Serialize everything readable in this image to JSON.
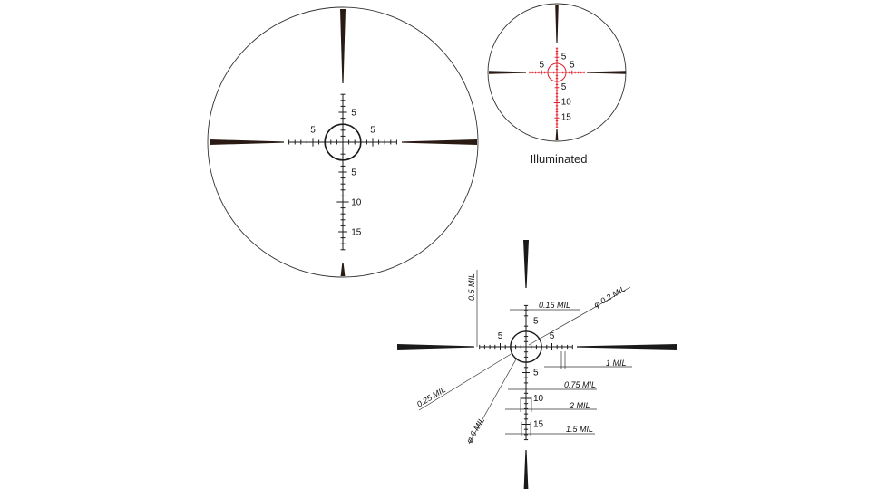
{
  "colors": {
    "ink": "#1a1a1a",
    "post": "#2a1a14",
    "illuminated": "#e0202a"
  },
  "main_reticle": {
    "labels": {
      "left": "5",
      "right": "5",
      "up": "5",
      "down": "5",
      "down10": "10",
      "down15": "15"
    }
  },
  "illuminated_reticle": {
    "labels": {
      "left": "5",
      "right": "5",
      "up": "5",
      "down": "5",
      "down10": "10",
      "down15": "15"
    },
    "caption": "Illuminated"
  },
  "dimension_reticle": {
    "labels": {
      "left": "5",
      "right": "5",
      "up": "5",
      "down": "5",
      "down10": "10",
      "down15": "15"
    },
    "dimensions": {
      "line_width": "0.15 MIL",
      "center_dot": "φ 0.2 MIL",
      "post_gap": "0.5 MIL",
      "tick_spacing": "1 MIL",
      "tick_length": "0.75 MIL",
      "tick_10": "2 MIL",
      "tick_15": "1.5 MIL",
      "circle_line": "0.25 MIL",
      "circle_diameter": "φ 6 MIL"
    }
  }
}
